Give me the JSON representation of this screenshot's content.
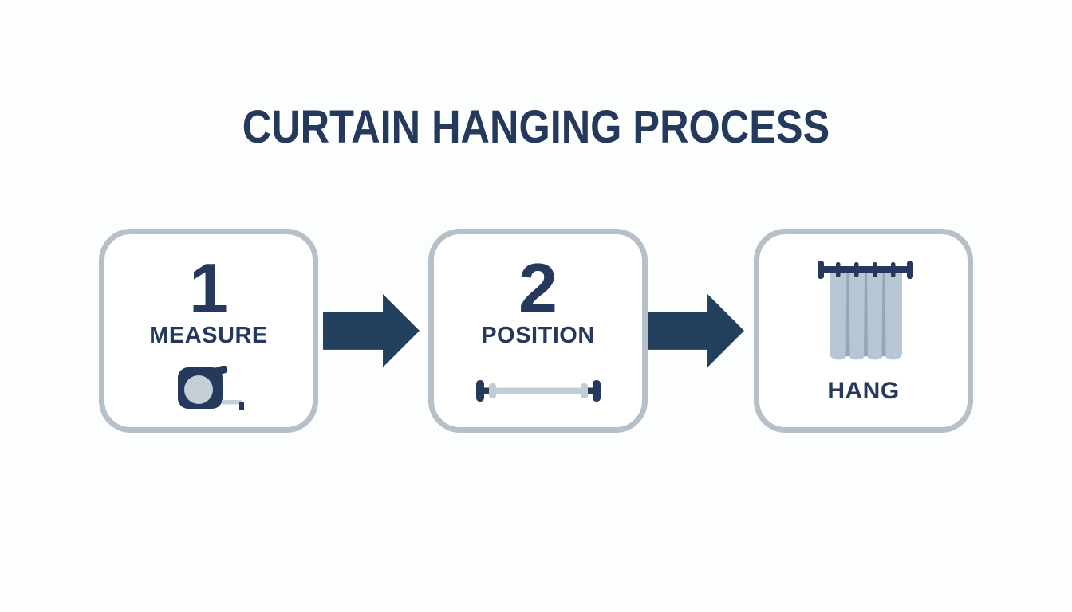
{
  "title": "CURTAIN HANGING PROCESS",
  "steps": [
    {
      "number": "1",
      "label": "MEASURE",
      "icon": "tape-measure-icon"
    },
    {
      "number": "2",
      "label": "POSITION",
      "icon": "curtain-rod-icon"
    },
    {
      "label": "HANG",
      "icon": "hanging-curtain-icon"
    }
  ],
  "connectors": [
    {
      "icon": "arrow-right-icon"
    },
    {
      "icon": "arrow-right-icon"
    }
  ],
  "colors": {
    "navy": "#24395c",
    "arrow_navy": "#24405f",
    "card_border": "#b5c0c9",
    "icon_gray": "#c6cfd6",
    "curtain_fill": "#b8c6d3",
    "curtain_fold": "#93a7b8",
    "background": "#fcfdfd",
    "card_background": "#ffffff"
  }
}
